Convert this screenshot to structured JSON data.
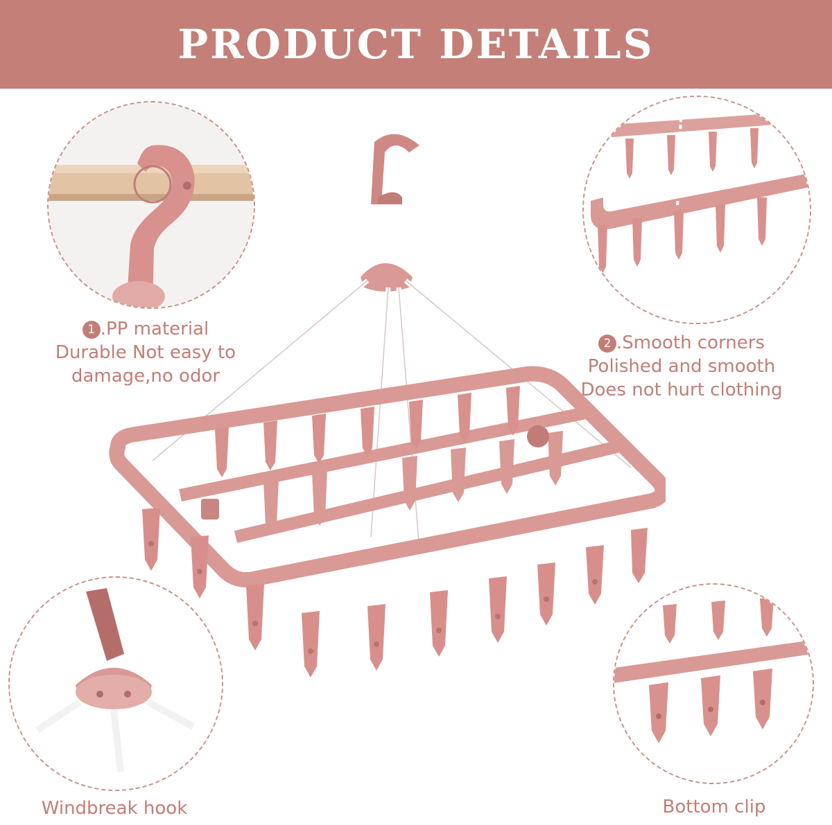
{
  "header": {
    "title": "PRODUCT DETAILS"
  },
  "features": {
    "pp": {
      "number": "1",
      "lines": [
        ".PP material",
        "Durable Not easy to",
        "damage,no odor"
      ]
    },
    "corners": {
      "number": "2",
      "lines": [
        ".Smooth corners",
        "Polished and smooth",
        "Does not hurt clothing"
      ]
    },
    "windbreak": {
      "label": "Windbreak hook"
    },
    "bottom": {
      "label": "Bottom clip"
    }
  },
  "colors": {
    "banner": "#c48078",
    "text": "#c27e76",
    "product": "#d99995",
    "product_dark": "#c98581",
    "chain": "#ffffff"
  }
}
